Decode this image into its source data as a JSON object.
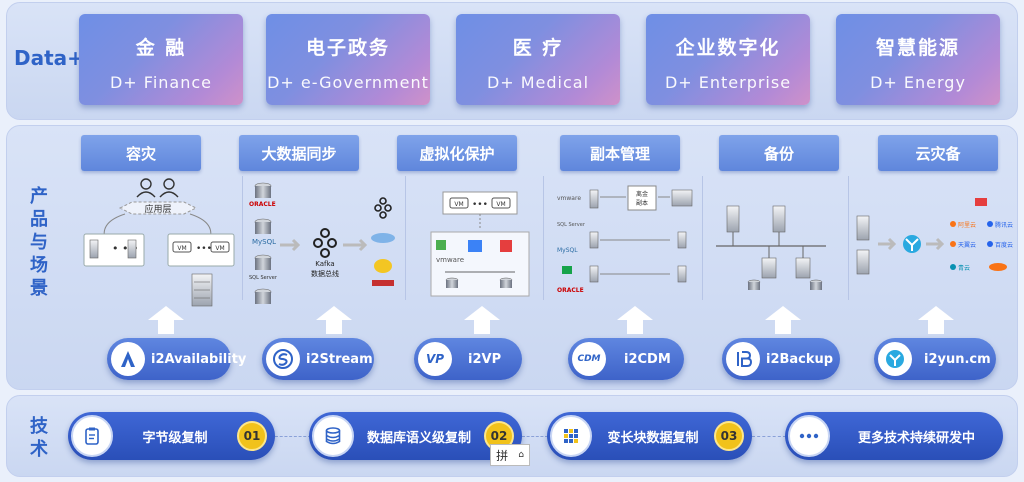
{
  "row_labels": {
    "data": "Data+",
    "product": [
      "产",
      "品",
      "与",
      "场",
      "景"
    ],
    "tech": [
      "技",
      "术"
    ]
  },
  "sectors": [
    {
      "cn": "金  融",
      "en": "D+ Finance"
    },
    {
      "cn": "电子政务",
      "en": "D+ e-Government"
    },
    {
      "cn": "医  疗",
      "en": "D+ Medical"
    },
    {
      "cn": "企业数字化",
      "en": "D+ Enterprise"
    },
    {
      "cn": "智慧能源",
      "en": "D+ Energy"
    }
  ],
  "scenarios": [
    "容灾",
    "大数据同步",
    "虚拟化保护",
    "副本管理",
    "备份",
    "云灾备"
  ],
  "products": [
    "i2Availability",
    "i2Stream",
    "i2VP",
    "i2CDM",
    "i2Backup",
    "i2yun.cm"
  ],
  "product_logo_text": {
    "vp": "VP",
    "cdm": "CDM"
  },
  "diagram_text": {
    "app_layer": "应用层",
    "vm": "VM",
    "oracle": "ORACLE",
    "mysql": "MySQL",
    "sqlserver": "SQL Server",
    "kafka": "Kafka",
    "data_bus": "数据总线",
    "vmware": "vmware",
    "copy_center": "离金",
    "copy_center2": "副本",
    "vmware_small": "vmware",
    "sql_small": "SQL Server",
    "mysql_small": "MySQL",
    "oracle_small": "ORACLE",
    "clouds": [
      "阿里云",
      "腾讯云",
      "天翼云",
      "百度云",
      "青云",
      ""
    ]
  },
  "tech": [
    {
      "label": "字节级复制",
      "num": "01",
      "icon": "clipboard-icon"
    },
    {
      "label": "数据库语义级复制",
      "num": "02",
      "icon": "database-icon"
    },
    {
      "label": "变长块数据复制",
      "num": "03",
      "icon": "grid-icon"
    },
    {
      "label": "更多技术持续研发中",
      "num": "",
      "icon": "more-dots-icon"
    }
  ],
  "ime": {
    "glyph": "拼"
  },
  "colors": {
    "accent": "#2f63c7",
    "badge": "#f1c21b"
  }
}
